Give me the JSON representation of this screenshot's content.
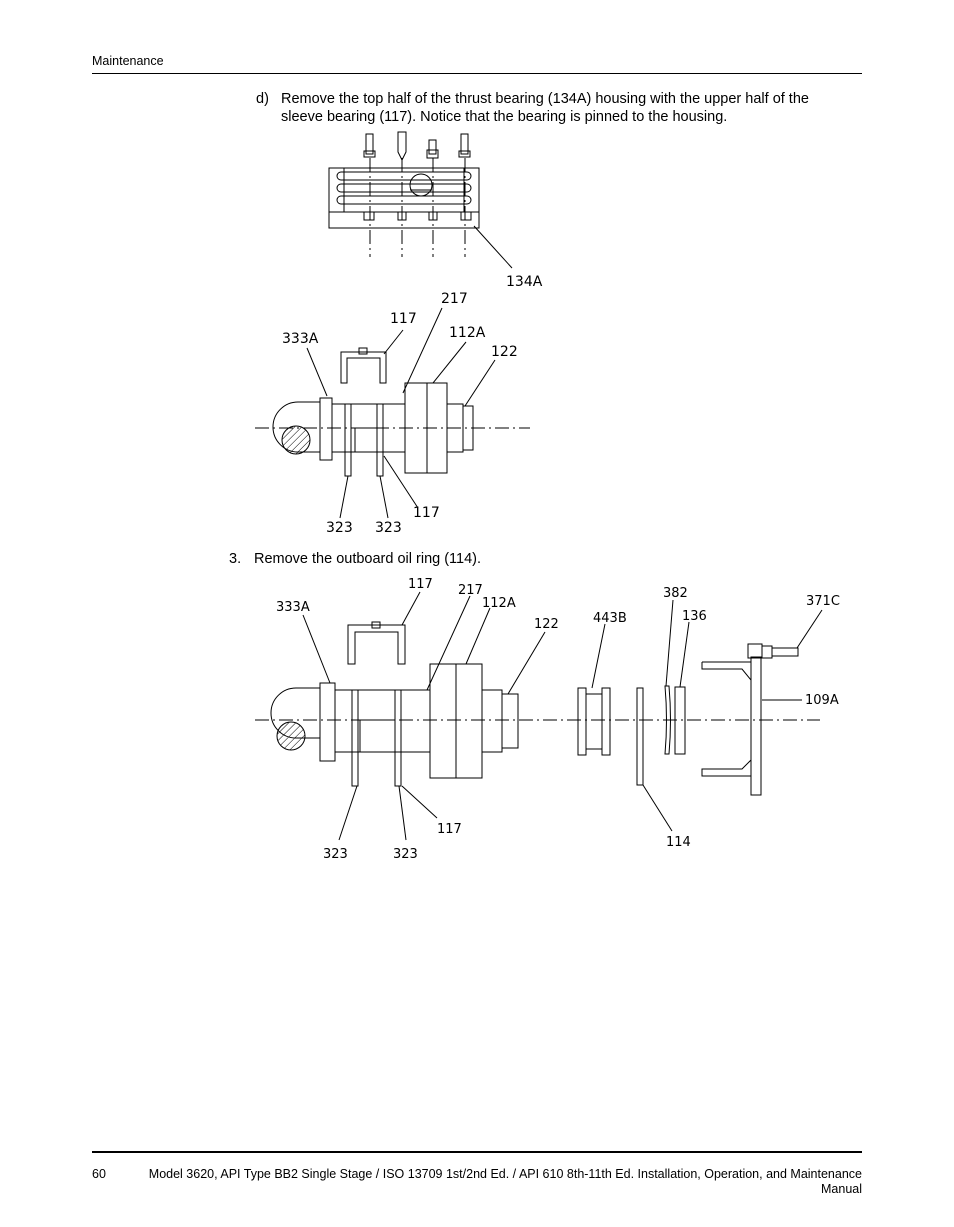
{
  "header": {
    "section": "Maintenance"
  },
  "steps": {
    "d": {
      "label": "d)",
      "text": "Remove the top half of the thrust bearing (134A) housing with the upper half of the sleeve bearing (117). Notice that the bearing is pinned to the housing."
    },
    "s3": {
      "label": "3.",
      "text": "Remove the outboard oil ring (114)."
    }
  },
  "figure1": {
    "callouts": {
      "c134a": "134A"
    }
  },
  "figure2": {
    "callouts": {
      "c217": "217",
      "c117top": "117",
      "c112a": "112A",
      "c333a": "333A",
      "c122": "122",
      "c323a": "323",
      "c323b": "323",
      "c117bot": "117"
    }
  },
  "figure3": {
    "callouts": {
      "c117top": "117",
      "c217": "217",
      "c112a": "112A",
      "c333a": "333A",
      "c122": "122",
      "c443b": "443B",
      "c382": "382",
      "c136": "136",
      "c371c": "371C",
      "c109a": "109A",
      "c117bot": "117",
      "c323a": "323",
      "c323b": "323",
      "c114": "114"
    }
  },
  "footer": {
    "page": "60",
    "title": "Model 3620, API Type BB2 Single Stage / ISO 13709 1st/2nd Ed. / API 610 8th-11th Ed. Installation, Operation, and Maintenance Manual"
  }
}
